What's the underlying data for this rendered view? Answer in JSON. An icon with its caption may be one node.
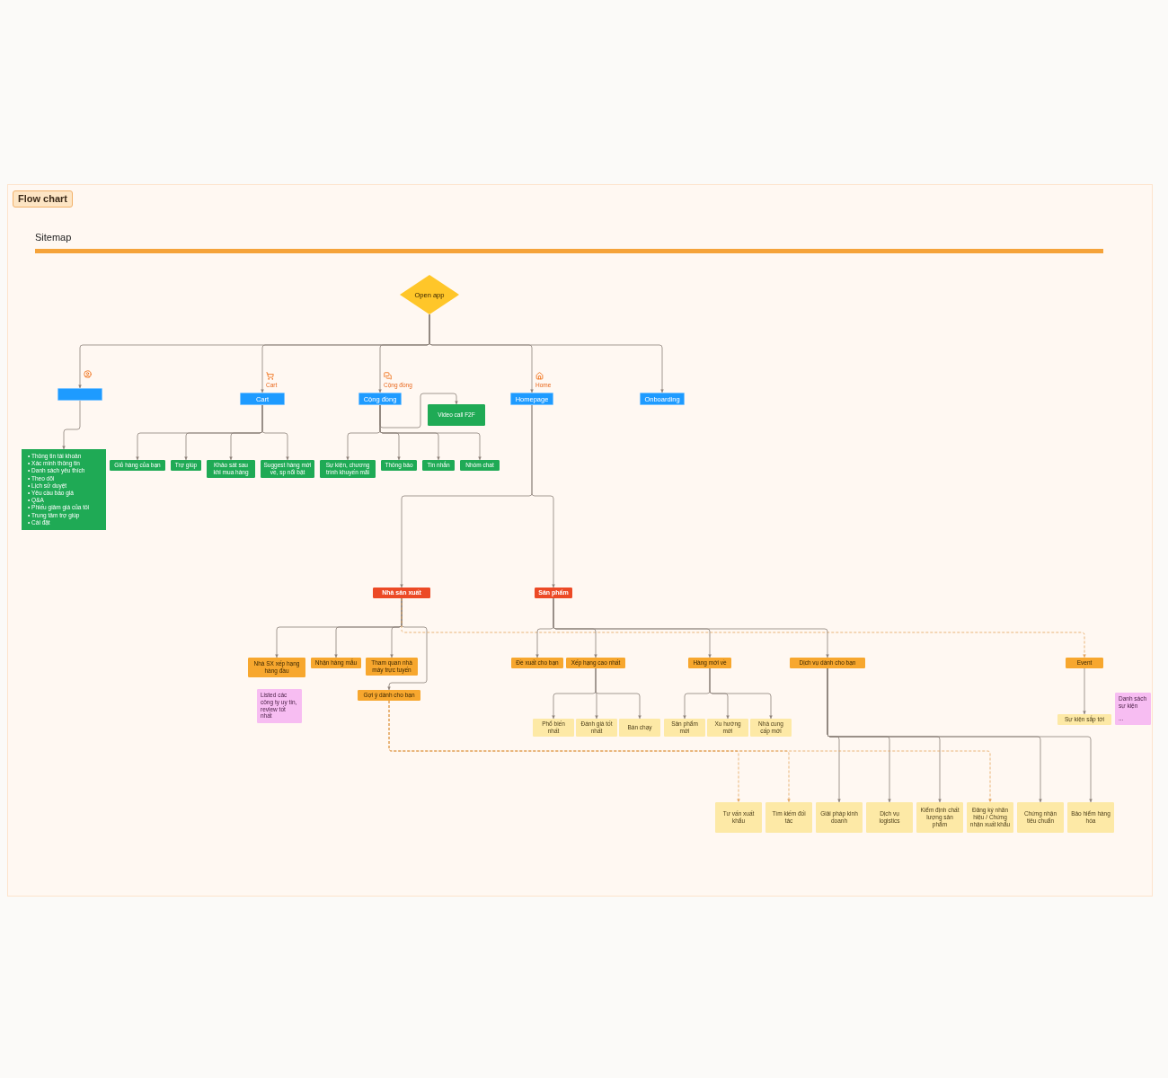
{
  "diagram": {
    "title": "Flow chart",
    "nodes": [
      {
        "text": [
          "Open app"
        ]
      },
      {
        "text": [],
        "shape": "box"
      },
      {
        "text": [
          "Cart"
        ],
        "beside": [
          "Cart"
        ]
      },
      {
        "text": [
          "Cộng đồng"
        ],
        "beside": [
          "Cộng đồng"
        ]
      },
      {
        "text": [
          "Homepage"
        ],
        "beside": [
          "Home"
        ]
      },
      {
        "text": [
          "Onboarding"
        ]
      },
      {
        "text": [
          "• Thông tin tài khoản",
          "• Xác minh thông tin",
          "• Danh sách yêu thích",
          "• Theo dõi",
          "• Lịch sử duyệt",
          "• Yêu cầu báo giá",
          "• Q&A",
          "• Phiếu giảm giá của tôi",
          "• Trung tâm trợ giúp",
          "• Cài đặt"
        ]
      },
      {
        "text": [
          "Giỏ hàng của bạn"
        ]
      },
      {
        "text": [
          "Trợ giúp"
        ]
      },
      {
        "text": [
          "Khảo sát sau khi mua hàng"
        ]
      },
      {
        "text": [
          "Suggest hàng mới về, sp nổi bật"
        ]
      },
      {
        "text": [
          "Sự kiện, chương trình khuyến mãi"
        ]
      },
      {
        "text": [
          "Thông báo"
        ]
      },
      {
        "text": [
          "Tin nhắn"
        ]
      },
      {
        "text": [
          "Nhóm chat"
        ]
      },
      {
        "text": [
          "Video call F2F"
        ]
      },
      {
        "text": [
          "Nhà sản xuất"
        ]
      },
      {
        "text": [
          "Sản phẩm"
        ]
      },
      {
        "text": [
          "Nhà SX xếp hạng hàng đầu"
        ]
      },
      {
        "text": [
          "Nhận hàng mẫu"
        ]
      },
      {
        "text": [
          "Tham quan nhà máy trực tuyến"
        ]
      },
      {
        "text": [
          "Gợi ý dành cho bạn"
        ]
      },
      {
        "text": [
          "Listed các công ty uy tín, review tốt nhất"
        ]
      },
      {
        "text": [
          "Đề xuất cho bạn"
        ]
      },
      {
        "text": [
          "Xếp hạng cao nhất"
        ]
      },
      {
        "text": [
          "Hàng mới về"
        ]
      },
      {
        "text": [
          "Dịch vụ dành cho bạn"
        ]
      },
      {
        "text": [
          "Event"
        ]
      },
      {
        "text": [
          "Phổ biến nhất"
        ]
      },
      {
        "text": [
          "Đánh giá tốt nhất"
        ]
      },
      {
        "text": [
          "Bán chạy"
        ]
      },
      {
        "text": [
          "Sản phẩm mới"
        ]
      },
      {
        "text": [
          "Xu hướng mới"
        ]
      },
      {
        "text": [
          "Nhà cung cấp mới"
        ]
      },
      {
        "text": [
          "Sự kiện sắp tới"
        ]
      },
      {
        "text": [
          "Danh sách sự kiện",
          "..."
        ]
      },
      {
        "text": [
          "Tư vấn xuất khẩu"
        ]
      },
      {
        "text": [
          "Tìm kiếm đối tác"
        ]
      },
      {
        "text": [
          "Giải pháp kinh doanh"
        ]
      },
      {
        "text": [
          "Dịch vụ logistics"
        ]
      },
      {
        "text": [
          "Kiểm định chất lượng sản phẩm"
        ]
      },
      {
        "text": [
          "Đăng ký nhãn hiệu / Chứng nhận xuất khẩu"
        ]
      },
      {
        "text": [
          "Chứng nhận tiêu chuẩn"
        ]
      },
      {
        "text": [
          "Bảo hiểm hàng hóa"
        ]
      }
    ],
    "edges": [
      {
        "from": 0,
        "to": 1,
        "arrow": "to"
      },
      {
        "from": 0,
        "to": 2,
        "arrow": "to"
      },
      {
        "from": 0,
        "to": 3,
        "arrow": "to"
      },
      {
        "from": 0,
        "to": 4,
        "arrow": "to"
      },
      {
        "from": 0,
        "to": 5,
        "arrow": "to"
      },
      {
        "from": 1,
        "to": 6,
        "arrow": "to"
      },
      {
        "from": 2,
        "to": 7,
        "arrow": "to"
      },
      {
        "from": 2,
        "to": 8,
        "arrow": "to"
      },
      {
        "from": 2,
        "to": 9,
        "arrow": "to"
      },
      {
        "from": 2,
        "to": 10,
        "arrow": "to"
      },
      {
        "from": 3,
        "to": 11,
        "arrow": "to"
      },
      {
        "from": 3,
        "to": 12,
        "arrow": "to"
      },
      {
        "from": 3,
        "to": 13,
        "arrow": "to"
      },
      {
        "from": 3,
        "to": 14,
        "arrow": "to"
      },
      {
        "from": 3,
        "to": 15,
        "arrow": "to"
      },
      {
        "from": 4,
        "to": 16,
        "arrow": "to"
      },
      {
        "from": 4,
        "to": 17,
        "arrow": "to"
      },
      {
        "from": 16,
        "to": 18,
        "arrow": "to"
      },
      {
        "from": 16,
        "to": 19,
        "arrow": "to"
      },
      {
        "from": 16,
        "to": 20,
        "arrow": "to"
      },
      {
        "from": 16,
        "to": 21,
        "arrow": "to"
      },
      {
        "from": 16,
        "to": 27,
        "arrow": "to",
        "style": "dashed",
        "color": "#e3a35c"
      },
      {
        "from": 17,
        "to": 23,
        "arrow": "to"
      },
      {
        "from": 17,
        "to": 24,
        "arrow": "to"
      },
      {
        "from": 17,
        "to": 25,
        "arrow": "to"
      },
      {
        "from": 17,
        "to": 26,
        "arrow": "to"
      },
      {
        "from": 24,
        "to": 28,
        "arrow": "to"
      },
      {
        "from": 24,
        "to": 29,
        "arrow": "to"
      },
      {
        "from": 24,
        "to": 30,
        "arrow": "to"
      },
      {
        "from": 25,
        "to": 31,
        "arrow": "to"
      },
      {
        "from": 25,
        "to": 32,
        "arrow": "to"
      },
      {
        "from": 25,
        "to": 33,
        "arrow": "to"
      },
      {
        "from": 26,
        "to": 38,
        "arrow": "to"
      },
      {
        "from": 26,
        "to": 39,
        "arrow": "to"
      },
      {
        "from": 26,
        "to": 40,
        "arrow": "to"
      },
      {
        "from": 26,
        "to": 42,
        "arrow": "to"
      },
      {
        "from": 26,
        "to": 43,
        "arrow": "to"
      },
      {
        "from": 21,
        "to": 36,
        "arrow": "to",
        "style": "dashed",
        "color": "#e3a35c"
      },
      {
        "from": 21,
        "to": 37,
        "arrow": "to",
        "style": "dashed",
        "color": "#e3a35c"
      },
      {
        "from": 21,
        "to": 41,
        "arrow": "to",
        "style": "dashed",
        "color": "#e3a35c"
      },
      {
        "from": 27,
        "to": 34,
        "arrow": "to"
      }
    ],
    "labels": [
      "Sitemap"
    ]
  }
}
